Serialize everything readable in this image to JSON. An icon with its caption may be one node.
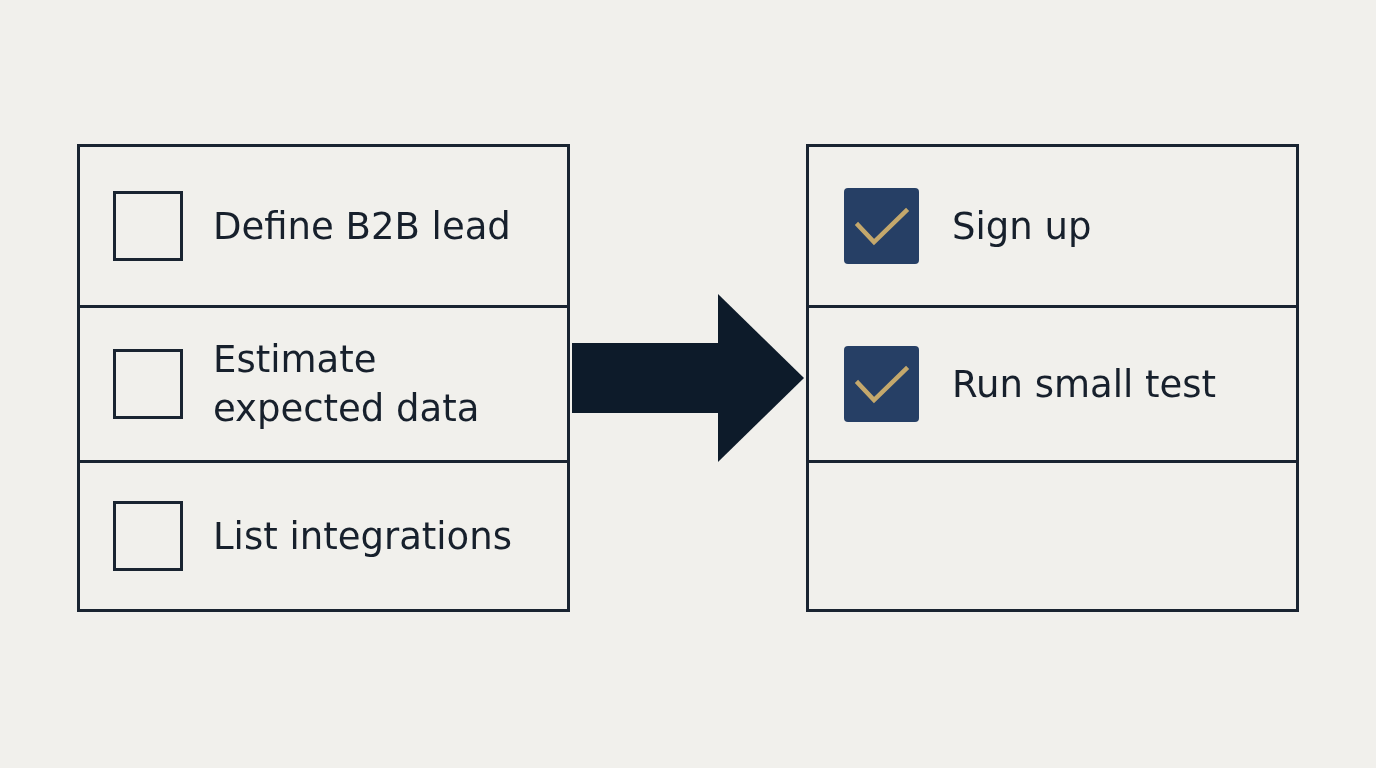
{
  "diagram": {
    "nodes": [
      {
        "text": [],
        "shape": "box"
      },
      {
        "text": [
          "Define B2B lead"
        ],
        "in": 0
      },
      {
        "text": [
          "Estimate expected data"
        ],
        "in": 0
      },
      {
        "text": [
          "List integrations"
        ],
        "in": 0
      },
      {
        "text": [],
        "shape": "box"
      },
      {
        "text": [
          "Sign up"
        ],
        "in": 4
      },
      {
        "text": [
          "Run small test"
        ],
        "in": 4
      },
      {
        "text": [],
        "shape": "box",
        "in": 4
      }
    ],
    "edges": [
      {
        "from": 0,
        "to": 4,
        "arrow": "to"
      }
    ]
  }
}
